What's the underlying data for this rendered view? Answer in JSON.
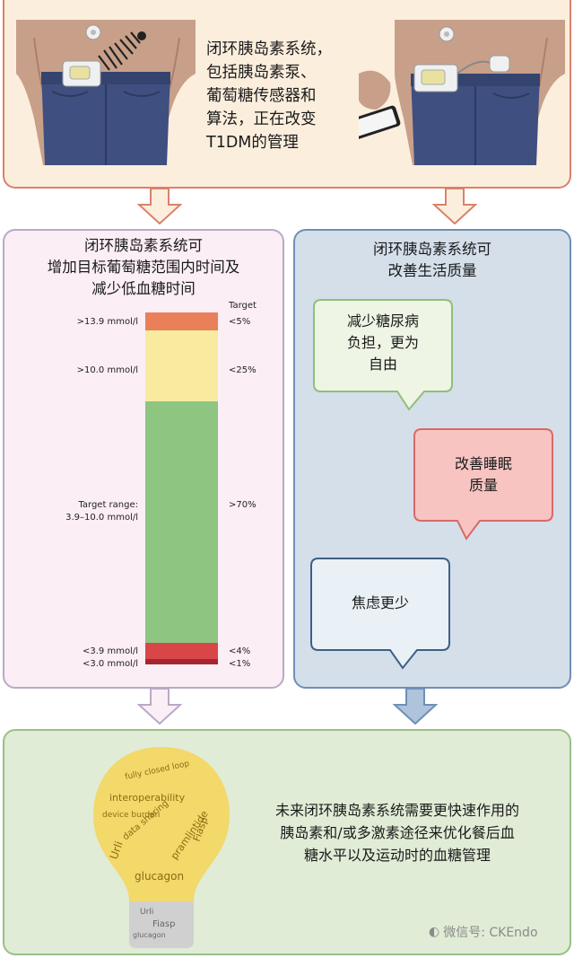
{
  "top": {
    "description_lines": [
      "闭环胰岛素系统，",
      "包括胰岛素泵、",
      "葡萄糖传感器和",
      "算法，正在改变",
      "T1DM的管理"
    ]
  },
  "left_panel": {
    "title_lines": [
      "闭环胰岛素系统可",
      "增加目标葡萄糖范围内时间及",
      "减少低血糖时间"
    ],
    "target_header": "Target",
    "ranges": [
      {
        "label": ">13.9 mmol/l",
        "target": "<5%",
        "color": "#e9805a"
      },
      {
        "label": ">10.0 mmol/l",
        "target": "<25%",
        "color": "#f8eba0"
      },
      {
        "label": "Target range:",
        "label2": "3.9–10.0 mmol/l",
        "target": ">70%",
        "color": "#8dc581"
      },
      {
        "label": "<3.9 mmol/l",
        "target": "<4%",
        "color": "#d8464a"
      },
      {
        "label": "<3.0 mmol/l",
        "target": "<1%",
        "color": "#a52530"
      }
    ]
  },
  "right_panel": {
    "title_lines": [
      "闭环胰岛素系统可",
      "改善生活质量"
    ],
    "bubbles": [
      {
        "lines": [
          "减少糖尿病",
          "负担，更为",
          "自由"
        ],
        "fill": "#eef5e4",
        "border": "#8fbf7a"
      },
      {
        "lines": [
          "改善睡眠",
          "质量"
        ],
        "fill": "#f7c4c1",
        "border": "#d96a66"
      },
      {
        "lines": [
          "焦虑更少"
        ],
        "fill": "#eaf1f6",
        "border": "#3f5f86"
      }
    ]
  },
  "bottom": {
    "text_lines": [
      "未来闭环胰岛素系统需要更快速作用的",
      "胰岛素和/或多激素途径来优化餐后血",
      "糖水平以及运动时的血糖管理"
    ],
    "bulb_words": [
      "fully closed loop",
      "interoperability",
      "device burden",
      "data sharing",
      "pramlintide",
      "glucagon",
      "Fiasp",
      "Urli"
    ],
    "watermark": "微信号: CKEndo"
  },
  "colors": {
    "top_border": "#d9826a",
    "left_border": "#b9a9c9",
    "right_border": "#6f8fb6",
    "bottom_border": "#9bbf88"
  }
}
